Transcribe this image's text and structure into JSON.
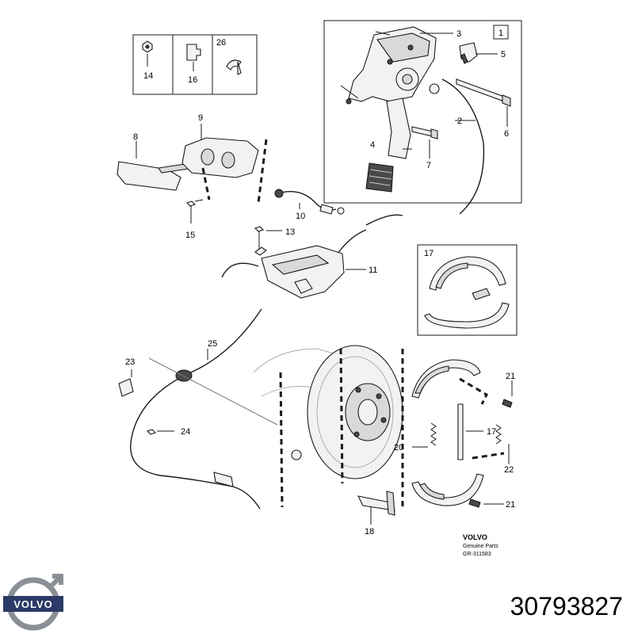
{
  "diagram": {
    "callouts": {
      "c1": "1",
      "c2": "2",
      "c3": "3",
      "c4": "4",
      "c5": "5",
      "c6": "6",
      "c7": "7",
      "c8": "8",
      "c9": "9",
      "c10": "10",
      "c11": "11",
      "c13": "13",
      "c14": "14",
      "c15": "15",
      "c16": "16",
      "c17_inset": "17",
      "c17": "17",
      "c18": "18",
      "c20": "20",
      "c21_top": "21",
      "c21_bottom": "21",
      "c22": "22",
      "c23": "23",
      "c24": "24",
      "c25": "25",
      "c26": "26"
    },
    "brand_block": {
      "brand": "VOLVO",
      "subtitle": "Genuine Parts",
      "reference": "GR-311583"
    }
  },
  "logo": {
    "text": "VOLVO"
  },
  "part_number": "30793827"
}
